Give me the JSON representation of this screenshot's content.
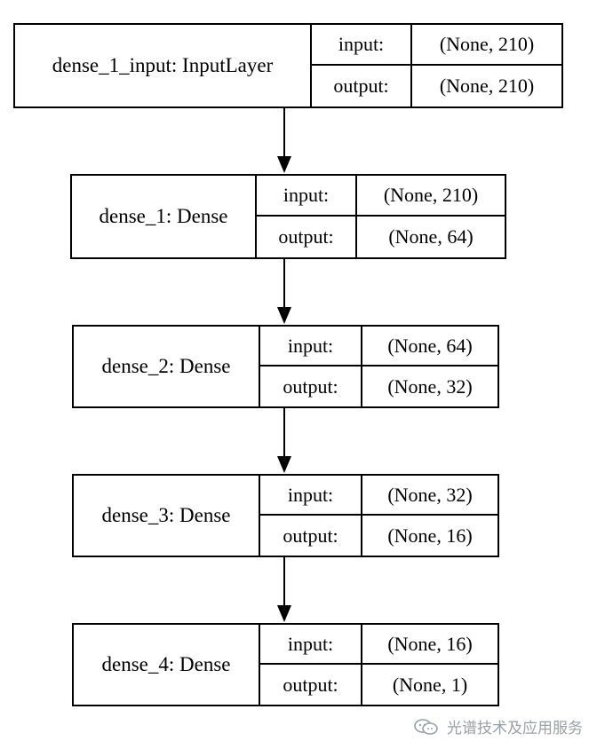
{
  "layers": [
    {
      "name": "dense_1_input: InputLayer",
      "input_label": "input:",
      "input_shape": "(None, 210)",
      "output_label": "output:",
      "output_shape": "(None, 210)"
    },
    {
      "name": "dense_1: Dense",
      "input_label": "input:",
      "input_shape": "(None, 210)",
      "output_label": "output:",
      "output_shape": "(None, 64)"
    },
    {
      "name": "dense_2: Dense",
      "input_label": "input:",
      "input_shape": "(None, 64)",
      "output_label": "output:",
      "output_shape": "(None, 32)"
    },
    {
      "name": "dense_3: Dense",
      "input_label": "input:",
      "input_shape": "(None, 32)",
      "output_label": "output:",
      "output_shape": "(None, 16)"
    },
    {
      "name": "dense_4: Dense",
      "input_label": "input:",
      "input_shape": "(None, 16)",
      "output_label": "output:",
      "output_shape": "(None, 1)"
    }
  ],
  "watermark": {
    "text": "光谱技术及应用服务",
    "icon": "wechat-icon"
  }
}
